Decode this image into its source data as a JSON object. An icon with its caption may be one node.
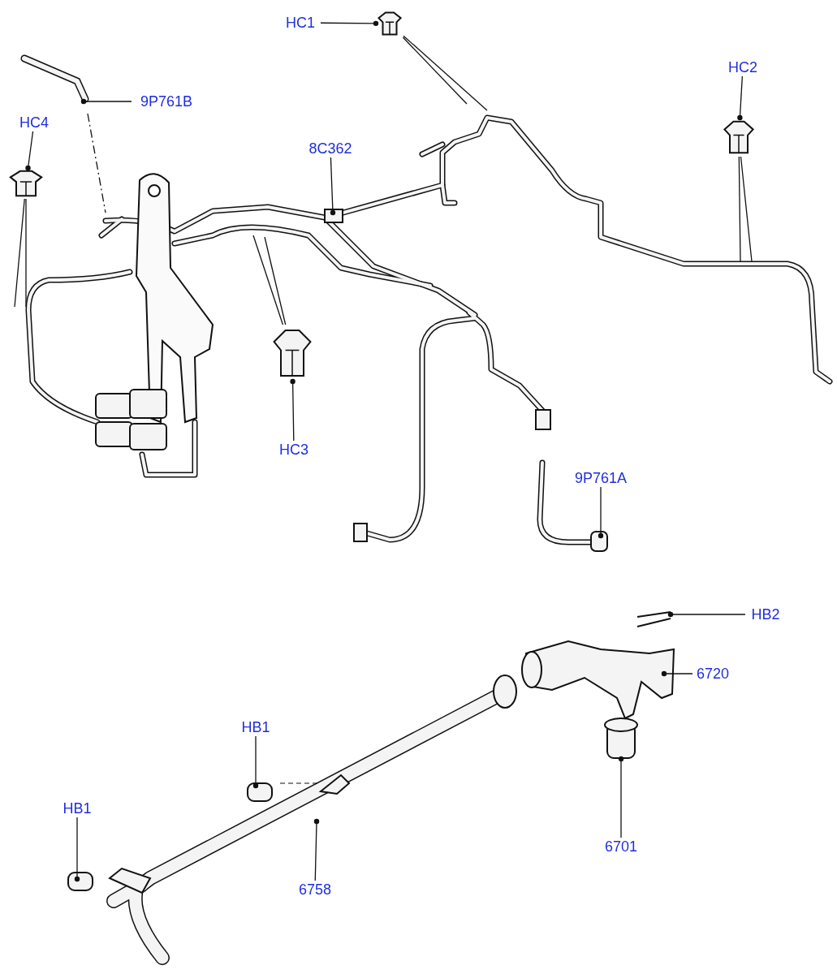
{
  "diagram": {
    "nodes": [
      {
        "text": [
          "HC1"
        ]
      },
      {
        "text": [
          "9P761B"
        ]
      },
      {
        "text": [
          "HC2"
        ]
      },
      {
        "text": [
          "HC4"
        ]
      },
      {
        "text": [
          "8C362"
        ]
      },
      {
        "text": [
          "HC3"
        ]
      },
      {
        "text": [
          "9P761A"
        ]
      },
      {
        "text": [
          "HB2"
        ]
      },
      {
        "text": [
          "6720"
        ]
      },
      {
        "text": [
          "HB1"
        ]
      },
      {
        "text": [
          "HB1"
        ]
      },
      {
        "text": [
          "6701"
        ]
      },
      {
        "text": [
          "6758"
        ]
      },
      {
        "text": [],
        "shape": "picture"
      },
      {
        "text": [],
        "shape": "picture"
      },
      {
        "text": [],
        "shape": "picture"
      },
      {
        "text": [],
        "shape": "picture"
      }
    ],
    "edges": [
      {
        "from": 0,
        "to": 13,
        "arrow": "other"
      },
      {
        "from": 13,
        "to": null,
        "arrow": "none"
      },
      {
        "from": 13,
        "to": null,
        "arrow": "none"
      },
      {
        "from": 2,
        "to": 14,
        "arrow": "other"
      },
      {
        "from": 14,
        "to": null,
        "arrow": "none"
      },
      {
        "from": 14,
        "to": null,
        "arrow": "none"
      },
      {
        "from": 3,
        "to": 15,
        "arrow": "other"
      },
      {
        "from": 15,
        "to": null,
        "arrow": "none"
      },
      {
        "from": 15,
        "to": null,
        "arrow": "none"
      },
      {
        "from": 5,
        "to": 16,
        "arrow": "other"
      },
      {
        "from": 16,
        "to": null,
        "arrow": "none"
      },
      {
        "from": 16,
        "to": null,
        "arrow": "none"
      },
      {
        "from": 1,
        "to": null,
        "arrow": "other"
      },
      {
        "from": 4,
        "to": null,
        "arrow": "other"
      },
      {
        "from": 6,
        "to": null,
        "arrow": "other"
      },
      {
        "from": 7,
        "to": null,
        "arrow": "other"
      },
      {
        "from": 8,
        "to": null,
        "arrow": "other"
      },
      {
        "from": 9,
        "to": null,
        "arrow": "other"
      },
      {
        "from": 10,
        "to": null,
        "arrow": "other"
      },
      {
        "from": 11,
        "to": null,
        "arrow": "other"
      },
      {
        "from": 12,
        "to": null,
        "arrow": "other"
      }
    ]
  }
}
